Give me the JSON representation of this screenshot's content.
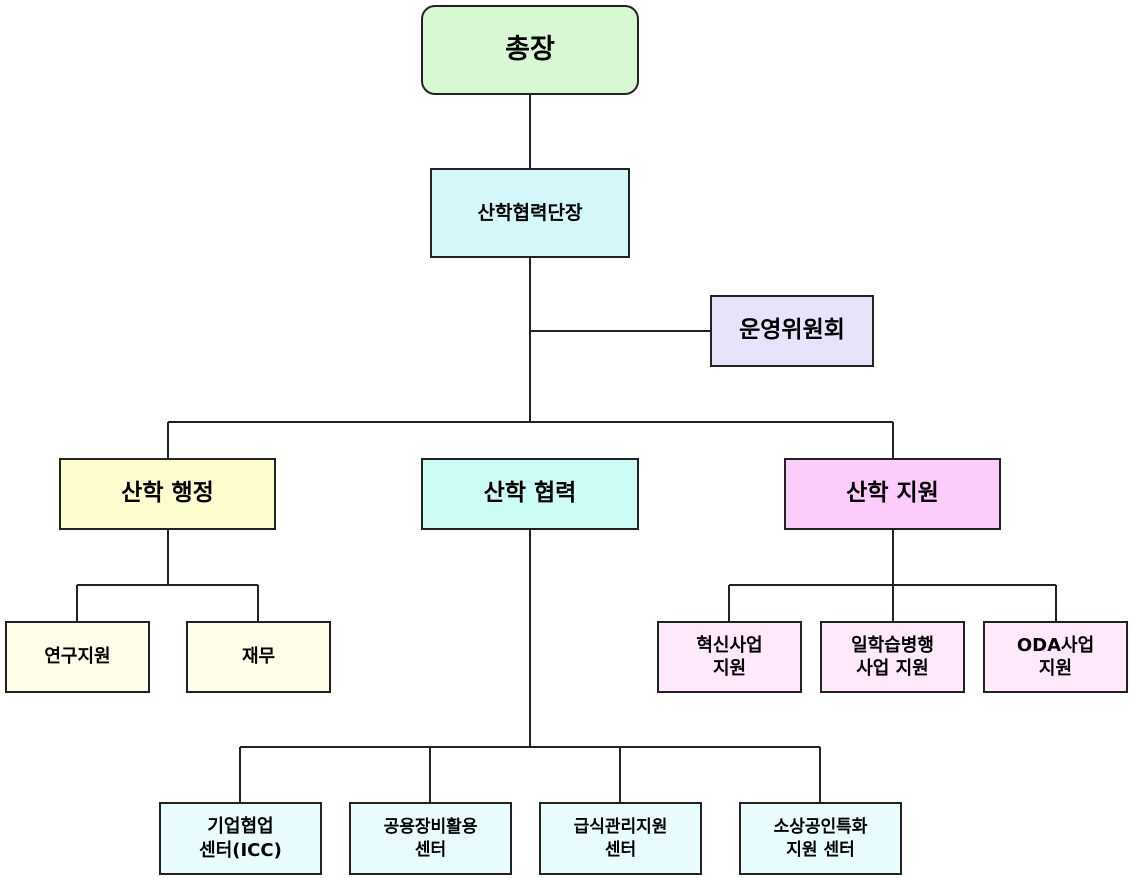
{
  "colors": {
    "root": "#d8f8d4",
    "director": "#d4f8fa",
    "committee": "#e6e4fa",
    "admin": "#fcfccc",
    "cooperation": "#ccfcf6",
    "support": "#fcccfa",
    "admin_sub": "#fefde8",
    "support_sub": "#fde8fc",
    "coop_sub": "#e8fcfe"
  },
  "org": {
    "president": "총장",
    "director": "산학협력단장",
    "committee": "운영위원회",
    "divisions": {
      "admin": "산학 행정",
      "cooperation": "산학 협력",
      "support": "산학 지원"
    },
    "admin_units": [
      "연구지원",
      "재무"
    ],
    "support_units": [
      "혁신사업\n지원",
      "일학습병행\n사업 지원",
      "ODA사업\n지원"
    ],
    "coop_units": [
      "기업협업\n센터(ICC)",
      "공용장비활용\n센터",
      "급식관리지원\n센터",
      "소상공인특화\n지원 센터"
    ]
  }
}
